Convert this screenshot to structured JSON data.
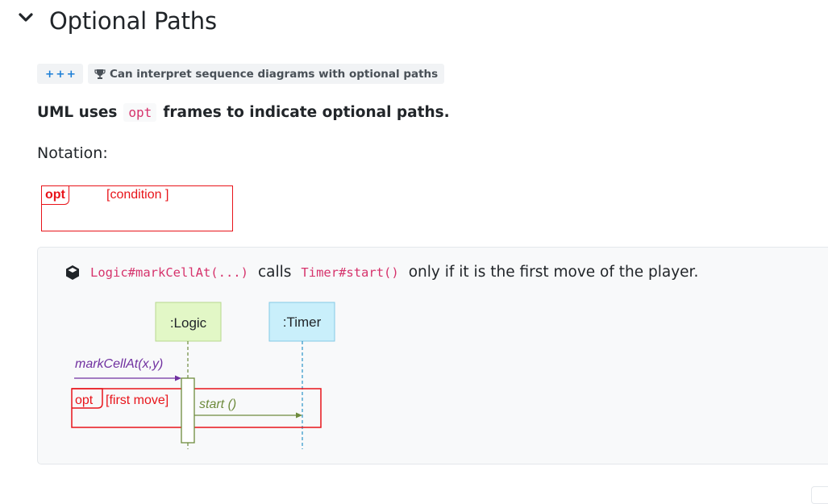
{
  "section": {
    "title": "Optional Paths",
    "level_badge": "+++",
    "outcome_badge": "Can interpret sequence diagrams with optional paths"
  },
  "statement": {
    "prefix": "UML uses",
    "code": "opt",
    "suffix": "frames to indicate optional paths."
  },
  "notation": {
    "label": "Notation:",
    "tag": "opt",
    "condition": "[condition ]"
  },
  "example": {
    "code1": "Logic#markCellAt(...)",
    "word_calls": "calls",
    "code2": "Timer#start()",
    "rest": "only if it is the first move of the player.",
    "diagram": {
      "logic_label": ":Logic",
      "timer_label": ":Timer",
      "call_label": "markCellAt(x,y)",
      "opt_tag": "opt",
      "opt_condition": "[first move]",
      "start_label": "start ()"
    }
  },
  "colors": {
    "accent_red": "#e8141a",
    "code_pink": "#d6336c",
    "logic_fill": "#e2f7c6",
    "timer_fill": "#c9effb",
    "call_purple": "#7030a0",
    "start_green": "#6e8b3d"
  }
}
